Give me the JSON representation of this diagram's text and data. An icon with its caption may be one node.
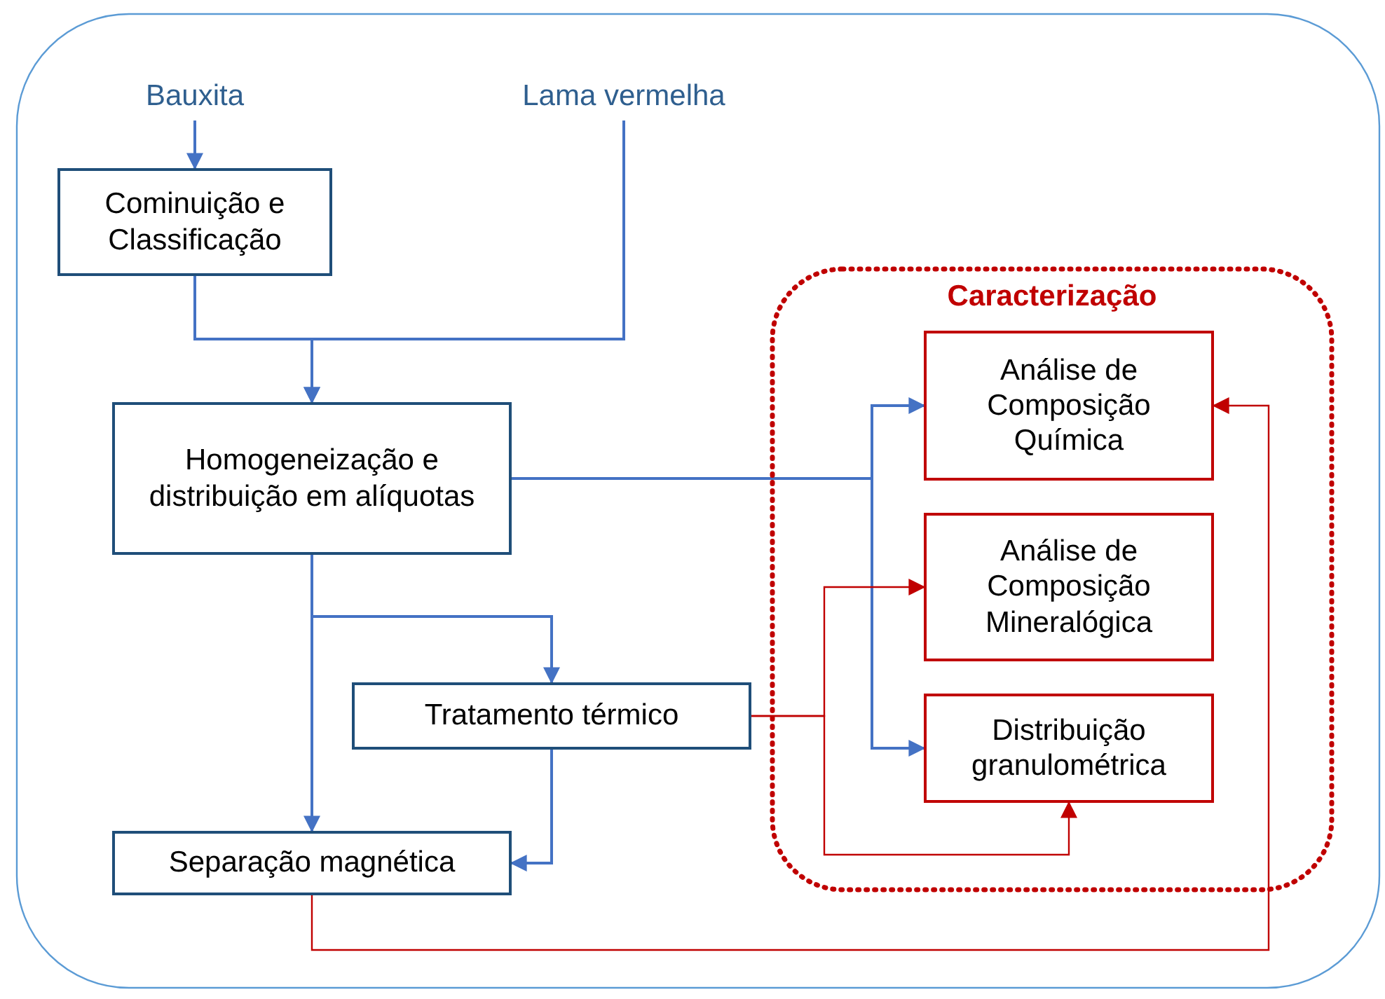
{
  "diagram": {
    "nodes": [
      {
        "text": [
          "Bauxita"
        ]
      },
      {
        "text": [
          "Lama vermelha"
        ]
      },
      {
        "text": [
          "Cominuição e Classificação"
        ]
      },
      {
        "text": [
          "Homogeneização e distribuição em alíquotas"
        ]
      },
      {
        "text": [
          "Caracterização"
        ]
      },
      {
        "text": [
          "Análise de Composição Química"
        ],
        "in": 4
      },
      {
        "text": [
          "Análise de Composição Mineralógica"
        ],
        "in": 4
      },
      {
        "text": [
          "Distribuição granulométrica"
        ],
        "in": 4
      },
      {
        "text": [
          "Tratamento térmico"
        ]
      },
      {
        "text": [
          "Separação magnética"
        ]
      }
    ],
    "edges": [
      {
        "from": 0,
        "to": 2,
        "arrow": "to"
      },
      {
        "from": 2,
        "to": 3,
        "arrow": "to"
      },
      {
        "from": 1,
        "to": 3,
        "arrow": "to"
      },
      {
        "from": 3,
        "to": 5,
        "arrow": "to"
      },
      {
        "from": 3,
        "to": 7,
        "arrow": "to"
      },
      {
        "from": 3,
        "to": 8,
        "arrow": "to"
      },
      {
        "from": 3,
        "to": 9,
        "arrow": "to"
      },
      {
        "from": 8,
        "to": 9,
        "arrow": "to"
      },
      {
        "from": 8,
        "to": 6,
        "arrow": "to",
        "color": "#c00000"
      },
      {
        "from": 8,
        "to": 7,
        "arrow": "to",
        "color": "#c00000"
      },
      {
        "from": 9,
        "to": 5,
        "arrow": "to",
        "color": "#c00000"
      }
    ]
  }
}
